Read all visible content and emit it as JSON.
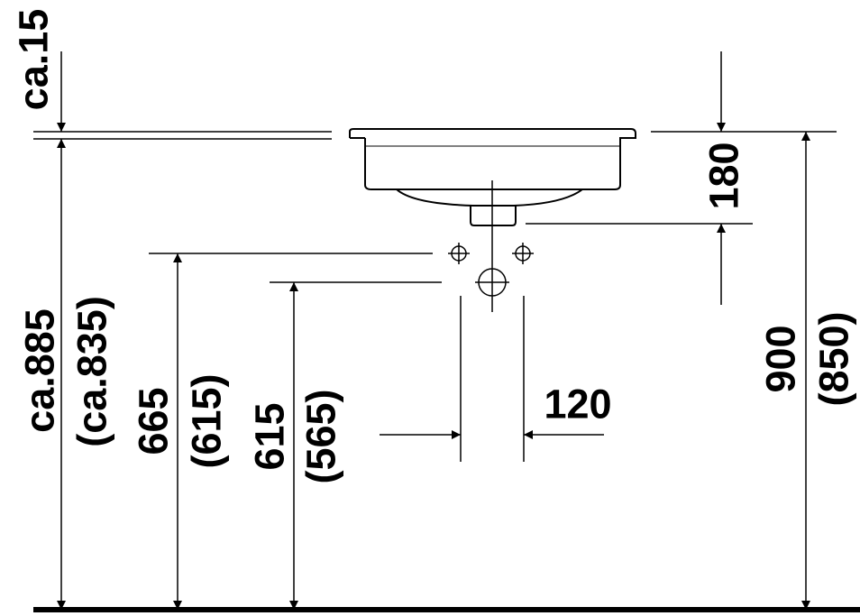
{
  "dimensions": {
    "top_gap": "ca.15",
    "overflow_pipe_height": "180",
    "outlet_spacing": "120",
    "rim_height": "ca.885",
    "rim_height_alt": "(ca.835)",
    "valve_height": "665",
    "valve_height_alt": "(615)",
    "drain_height": "615",
    "drain_height_alt": "(565)",
    "counter_height": "900",
    "counter_height_alt": "(850)"
  },
  "colors": {
    "line": "#000000",
    "background": "#ffffff"
  }
}
